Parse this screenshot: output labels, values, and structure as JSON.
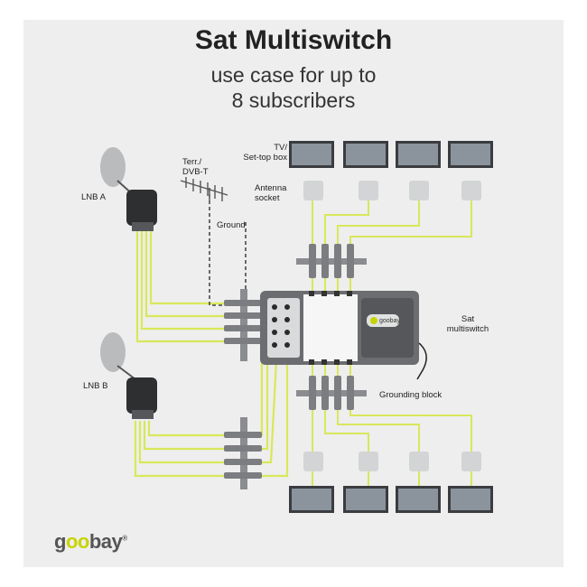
{
  "title": "Sat Multiswitch",
  "subtitle_line1": "use case for up to",
  "subtitle_line2": "8 subscribers",
  "labels": {
    "lnb_a": "LNB A",
    "lnb_b": "LNB B",
    "terr_line1": "Terr./",
    "terr_line2": "DVB-T",
    "ground": "Ground",
    "tv_line1": "TV/",
    "tv_line2": "Set-top box",
    "antenna_line1": "Antenna",
    "antenna_line2": "socket",
    "sat_line1": "Sat",
    "sat_line2": "multiswitch",
    "grounding_block": "Grounding block",
    "device_logo": "goobay"
  },
  "brand": {
    "logo_part1": "g",
    "logo_part2": "oo",
    "logo_part3": "bay",
    "registered": "®"
  },
  "colors": {
    "cable": "#d8e85a",
    "accent": "#c8d400",
    "device": "#6b6d70",
    "background": "#eeeeee"
  }
}
